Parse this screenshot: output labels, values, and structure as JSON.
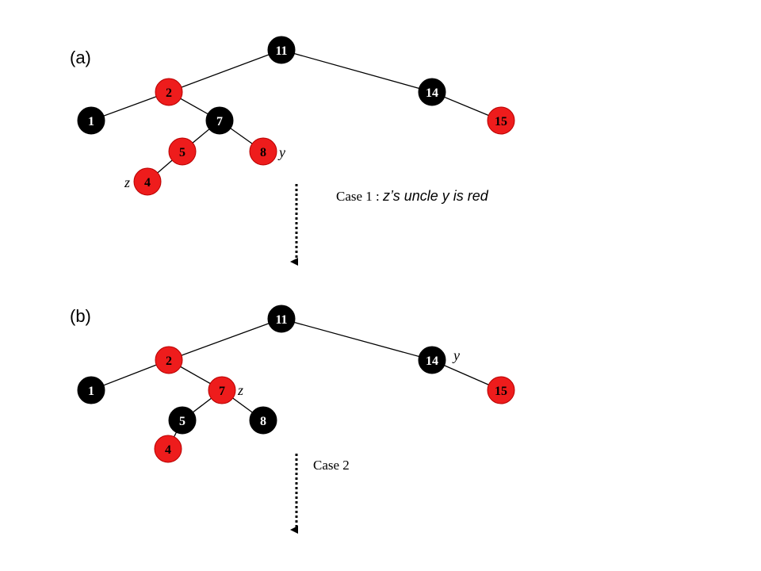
{
  "panels": {
    "a": {
      "label": "(a)",
      "nodes": {
        "n11": {
          "key": "11",
          "color": "black"
        },
        "n2": {
          "key": "2",
          "color": "red"
        },
        "n14": {
          "key": "14",
          "color": "black"
        },
        "n1": {
          "key": "1",
          "color": "black"
        },
        "n7": {
          "key": "7",
          "color": "black"
        },
        "n15": {
          "key": "15",
          "color": "red"
        },
        "n5": {
          "key": "5",
          "color": "red"
        },
        "n8": {
          "key": "8",
          "color": "red"
        },
        "n4": {
          "key": "4",
          "color": "red"
        }
      },
      "var_y": "y",
      "var_z": "z",
      "caption_prefix": "Case 1 : ",
      "caption_emphasis": "z’s uncle y is red"
    },
    "b": {
      "label": "(b)",
      "nodes": {
        "n11": {
          "key": "11",
          "color": "black"
        },
        "n2": {
          "key": "2",
          "color": "red"
        },
        "n14": {
          "key": "14",
          "color": "black"
        },
        "n1": {
          "key": "1",
          "color": "black"
        },
        "n7": {
          "key": "7",
          "color": "red"
        },
        "n15": {
          "key": "15",
          "color": "red"
        },
        "n5": {
          "key": "5",
          "color": "black"
        },
        "n8": {
          "key": "8",
          "color": "black"
        },
        "n4": {
          "key": "4",
          "color": "red"
        }
      },
      "var_y": "y",
      "var_z": "z",
      "caption": "Case 2"
    }
  },
  "colors": {
    "red": "#ee1c1c",
    "black": "#000000"
  }
}
